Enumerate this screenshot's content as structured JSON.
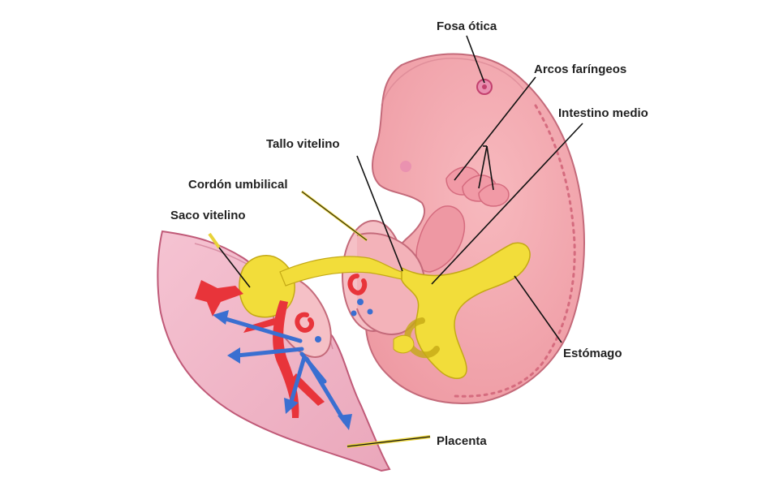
{
  "diagram": {
    "labels": {
      "fosa_otica": "Fosa ótica",
      "arcos_faringeos": "Arcos faríngeos",
      "intestino_medio": "Intestino medio",
      "tallo_vitelino": "Tallo vitelino",
      "cordon_umbilical": "Cordón umbilical",
      "saco_vitelino": "Saco vitelino",
      "estomago": "Estómago",
      "placenta": "Placenta"
    },
    "colors": {
      "embryo_pink": "#f2a9ae",
      "placenta_pink": "#f0b3c4",
      "gut_yellow": "#f2dd3a",
      "artery_red": "#e8343a",
      "vein_blue": "#3a6fd1",
      "leader_line": "#111111",
      "yellow_leader": "#e8d23a"
    }
  }
}
